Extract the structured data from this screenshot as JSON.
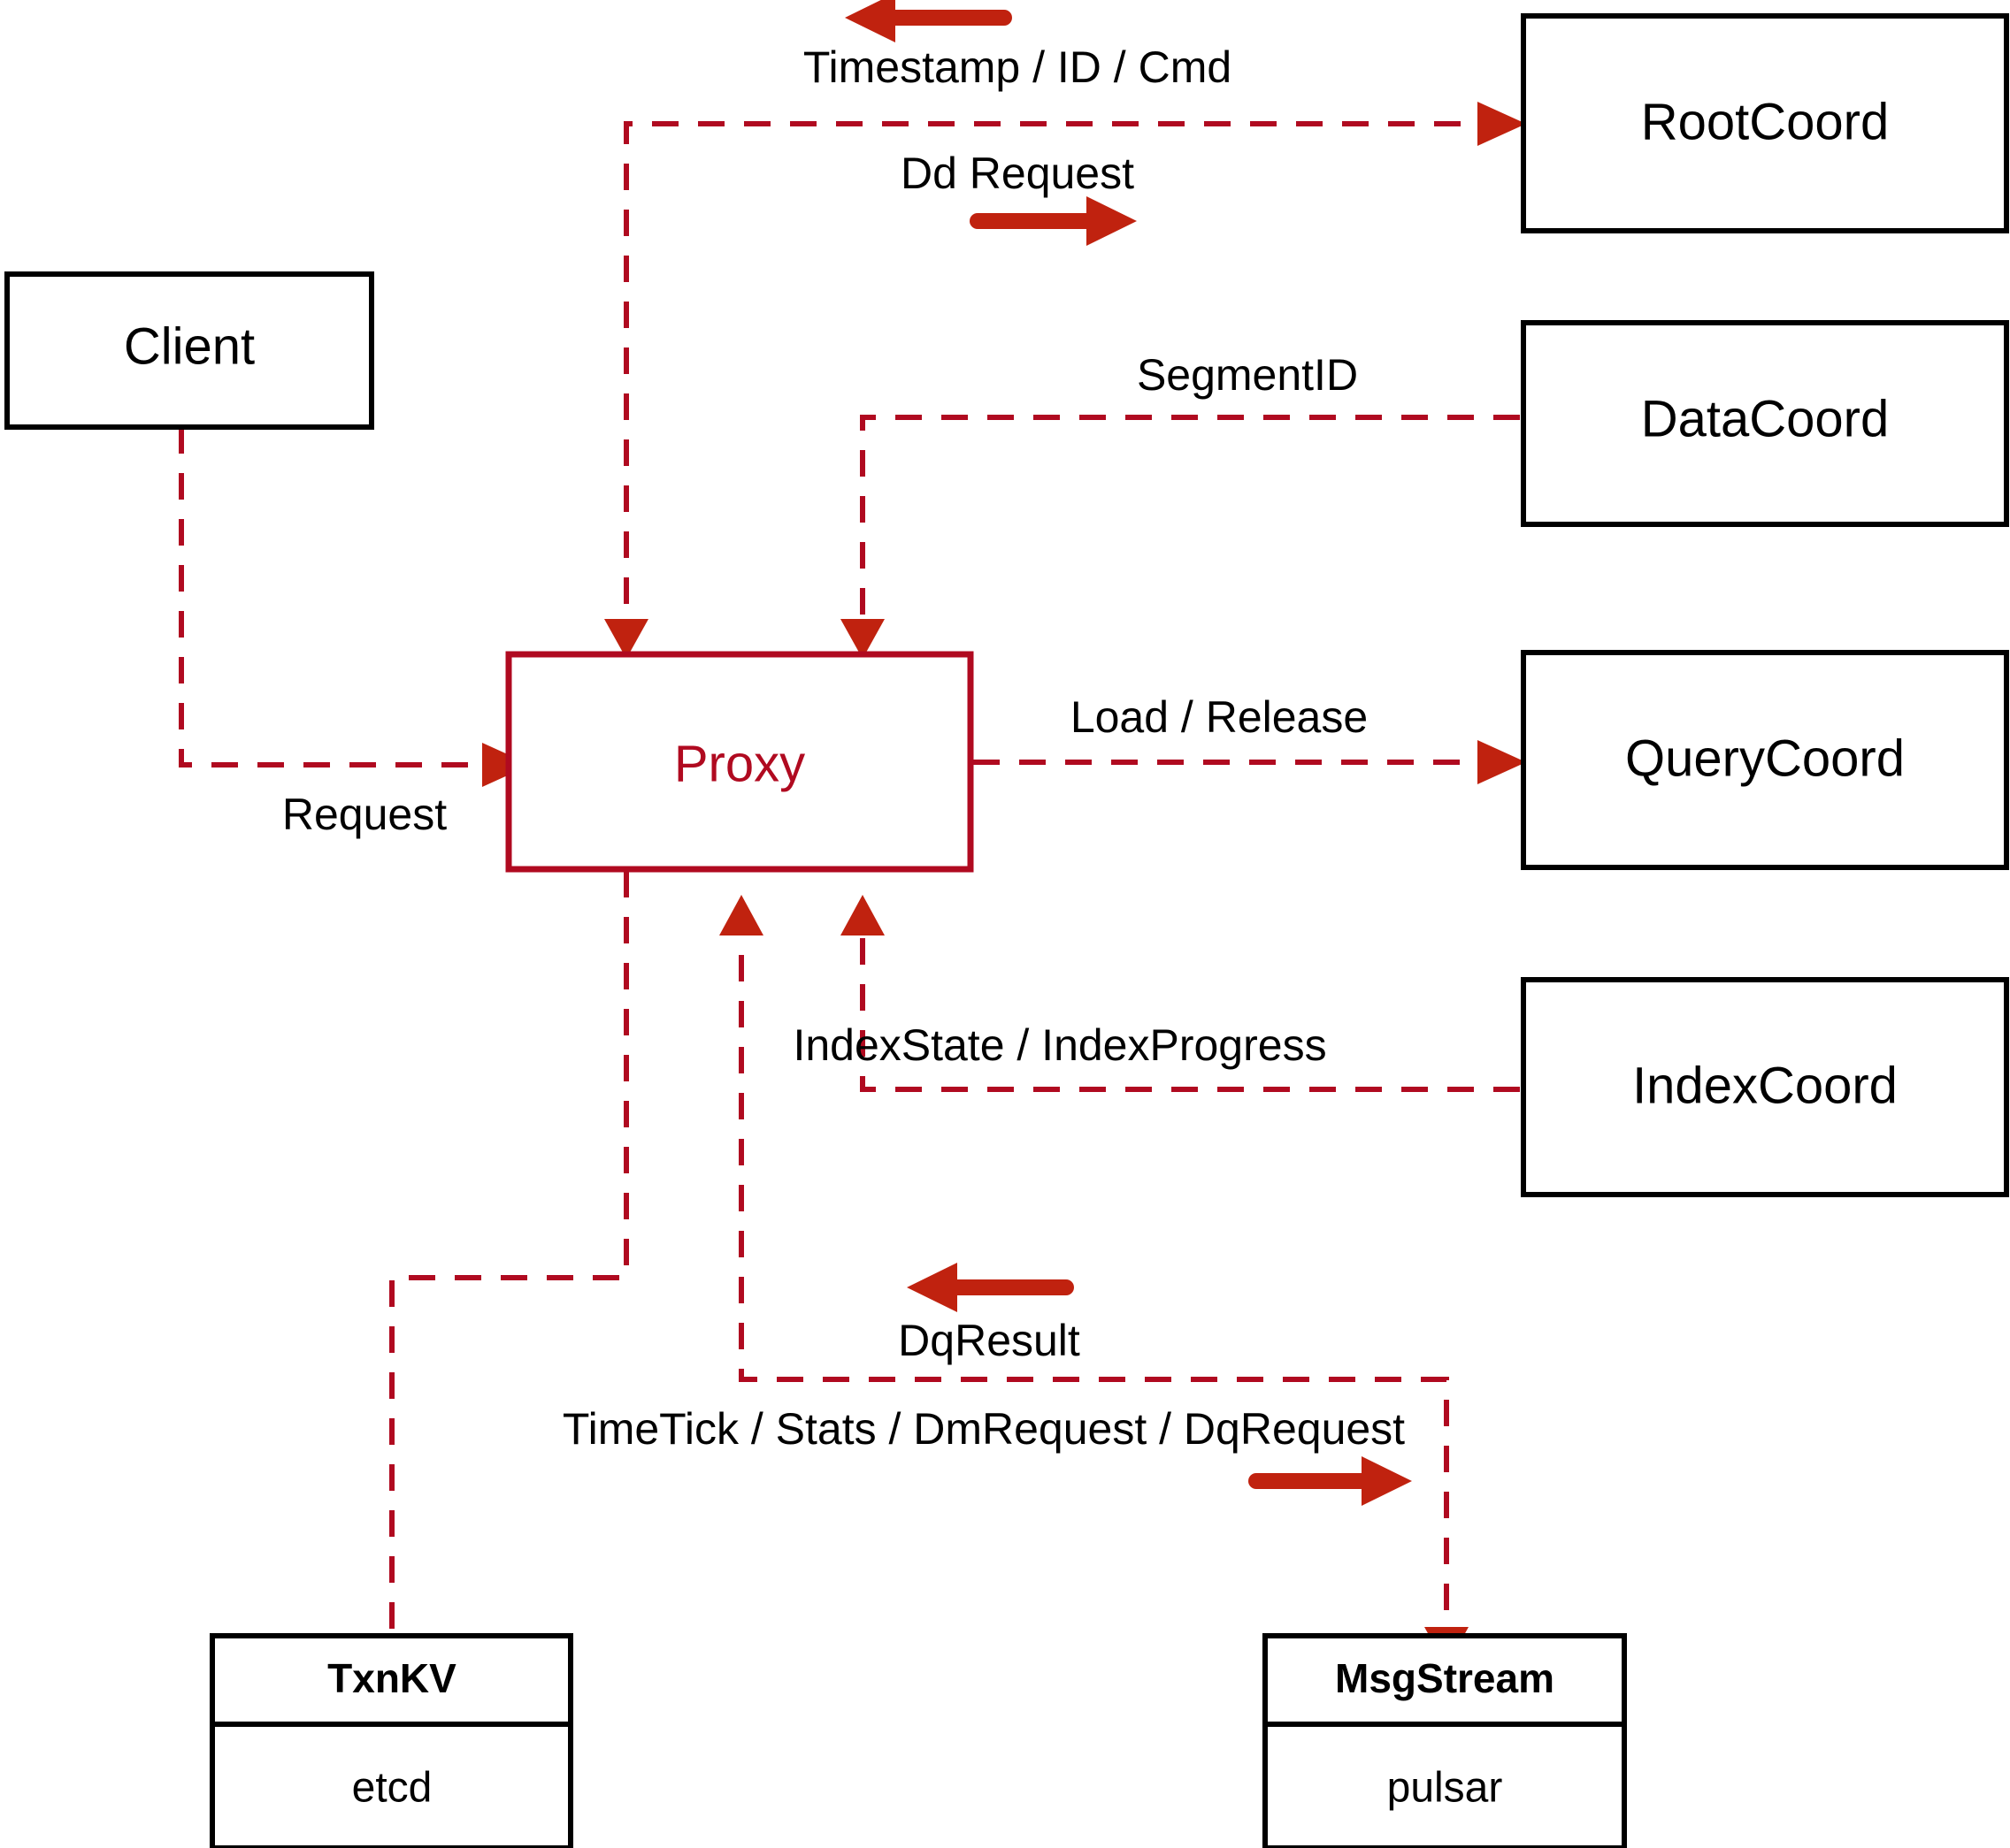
{
  "diagram": {
    "title": "Proxy architecture flow",
    "colors": {
      "accent_red": "#B00A20",
      "arrow_red": "#C0220F",
      "node_border": "#000000",
      "background": "#FFFFFF"
    }
  },
  "nodes": {
    "client": {
      "label": "Client"
    },
    "proxy": {
      "label": "Proxy"
    },
    "root_coord": {
      "label": "RootCoord"
    },
    "data_coord": {
      "label": "DataCoord"
    },
    "query_coord": {
      "label": "QueryCoord"
    },
    "index_coord": {
      "label": "IndexCoord"
    },
    "txnkv": {
      "label": "TxnKV",
      "impl": "etcd"
    },
    "msgstream": {
      "label": "MsgStream",
      "impl": "pulsar"
    }
  },
  "edges": {
    "timestamp_id_cmd": {
      "label": "Timestamp / ID / Cmd",
      "direction": "left"
    },
    "dd_request": {
      "label": "Dd Request",
      "direction": "right"
    },
    "segment_id": {
      "label": "SegmentID",
      "direction": "none"
    },
    "load_release": {
      "label": "Load / Release",
      "direction": "none"
    },
    "index_state_progress": {
      "label": "IndexState / IndexProgress",
      "direction": "none"
    },
    "request": {
      "label": "Request",
      "direction": "none"
    },
    "dq_result": {
      "label": "DqResult",
      "direction": "left"
    },
    "timetick_stats": {
      "label": "TimeTick / Stats / DmRequest / DqRequest",
      "direction": "right"
    }
  }
}
